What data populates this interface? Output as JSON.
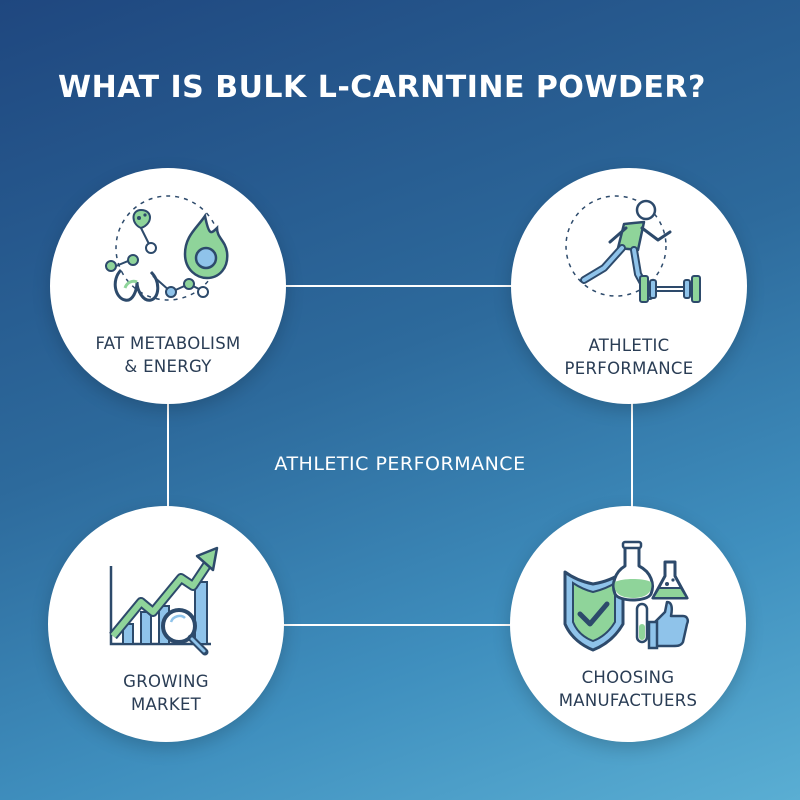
{
  "title": "WHAT IS BULK L-CARNTINE POWDER?",
  "center_label": "ATHLETIC PERFORMANCE",
  "nodes": {
    "fat": {
      "line1": "FAT METABOLISM",
      "line2": "& ENERGY",
      "icon": "metabolism-flame-icon"
    },
    "athletic": {
      "line1": "ATHLETIC",
      "line2": "PERFORMANCE",
      "icon": "runner-dumbbell-icon"
    },
    "market": {
      "line1": "GROWING",
      "line2": "MARKET",
      "icon": "growth-chart-magnifier-icon"
    },
    "manufacturers": {
      "line1": "CHOOSING",
      "line2": "MANUFACTUERS",
      "icon": "shield-flask-thumbsup-icon"
    }
  },
  "colors": {
    "icon_navy": "#2d4a6b",
    "icon_green": "#8fd49a",
    "icon_blue": "#8fc3ea",
    "text_dark": "#2a3d55"
  }
}
